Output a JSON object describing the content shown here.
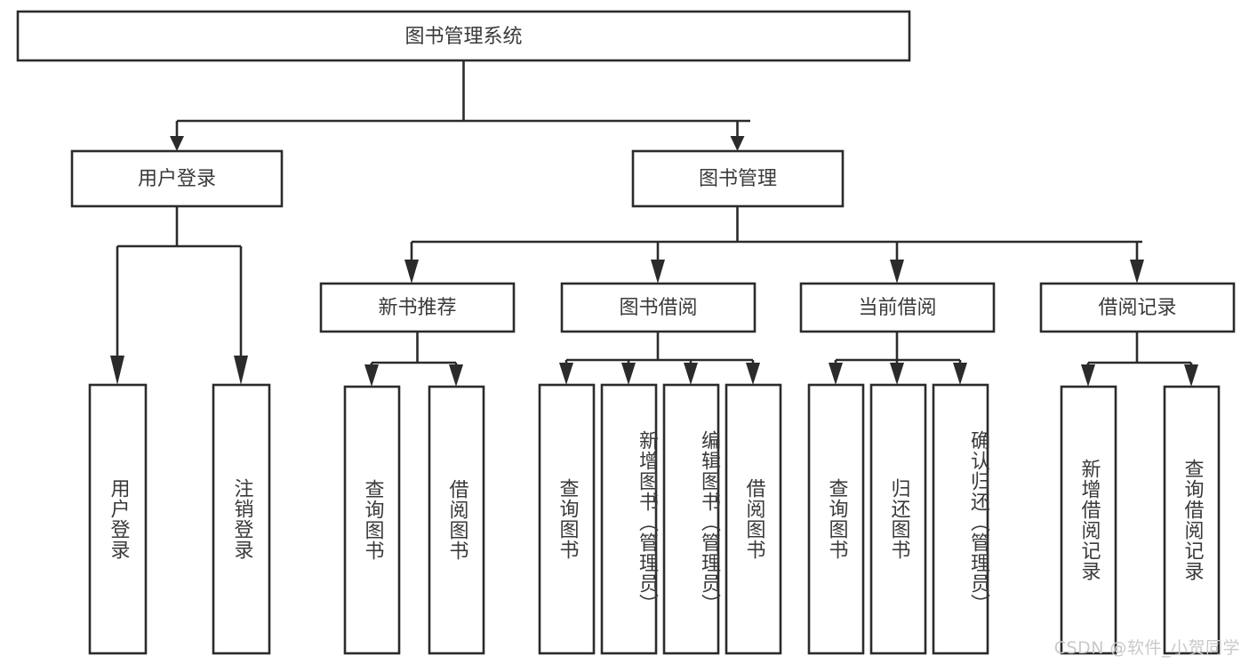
{
  "diagram": {
    "title": "图书管理系统",
    "watermark": "CSDN @软件_小贺同学",
    "colors": {
      "stroke": "#2b2b2b",
      "box_fill": "#ffffff",
      "text": "#3a3a3a",
      "background": "#ffffff",
      "watermark": "#c9c9c9"
    },
    "root": {
      "label": "图书管理系统"
    },
    "level2": [
      {
        "label": "用户登录"
      },
      {
        "label": "图书管理"
      }
    ],
    "level3": [
      {
        "label": "新书推荐"
      },
      {
        "label": "图书借阅"
      },
      {
        "label": "当前借阅"
      },
      {
        "label": "借阅记录"
      }
    ],
    "leaves": {
      "user_login": [
        {
          "label": "用户登录"
        },
        {
          "label": "注销登录"
        }
      ],
      "new_book_recommend": [
        {
          "label": "查询图书"
        },
        {
          "label": "借阅图书"
        }
      ],
      "book_borrow": [
        {
          "label": "查询图书"
        },
        {
          "label": "新增图书（管理员）"
        },
        {
          "label": "编辑图书（管理员）"
        },
        {
          "label": "借阅图书"
        }
      ],
      "current_borrow": [
        {
          "label": "查询图书"
        },
        {
          "label": "归还图书"
        },
        {
          "label": "确认归还（管理员）"
        }
      ],
      "borrow_record": [
        {
          "label": "新增借阅记录"
        },
        {
          "label": "查询借阅记录"
        }
      ]
    }
  }
}
